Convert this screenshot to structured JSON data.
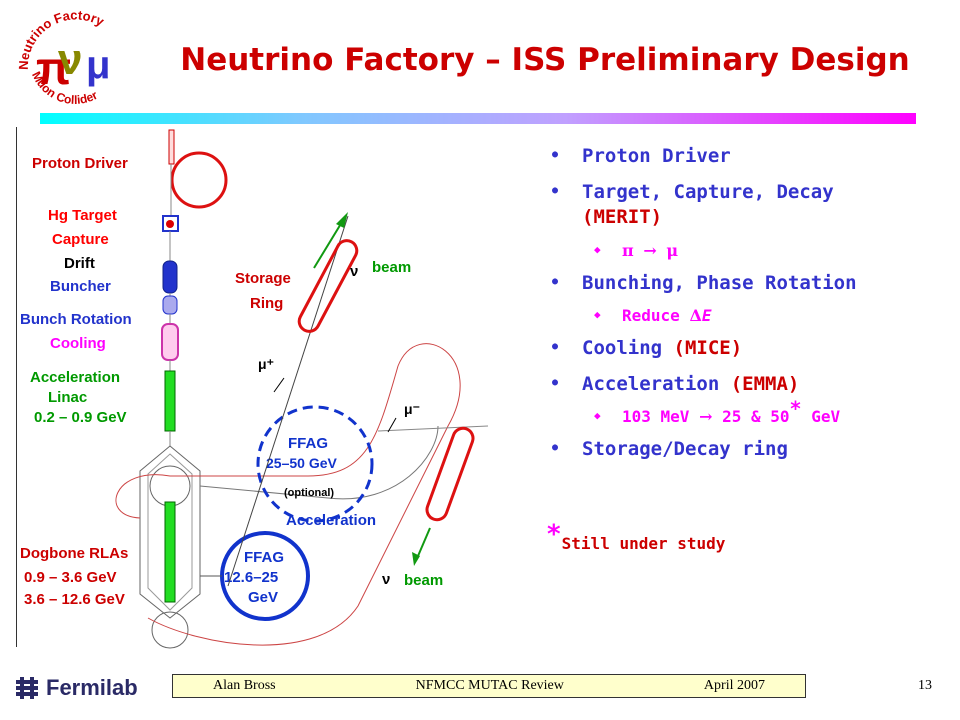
{
  "logo": {
    "arc_top": "Neutrino Factory",
    "arc_bottom": "Muon Collider",
    "symbols": "πνμ"
  },
  "title": "Neutrino Factory – ISS Preliminary Design",
  "diagram": {
    "labels": {
      "proton_driver": "Proton Driver",
      "hg_target": "Hg  Target",
      "capture": "Capture",
      "drift": "Drift",
      "buncher": "Buncher",
      "bunch_rotation": "Bunch Rotation",
      "cooling": "Cooling",
      "acceleration": "Acceleration",
      "linac": "Linac",
      "linac_energy": "0.2 – 0.9 GeV",
      "dogbone": "Dogbone RLAs",
      "dogbone_e1": "0.9 – 3.6 GeV",
      "dogbone_e2": "3.6 – 12.6 GeV",
      "storage": "Storage",
      "ring": "Ring",
      "nu": "ν",
      "beam": "beam",
      "mu_plus": "μ⁺",
      "mu_minus": "μ⁻",
      "ffag": "FFAG",
      "ffag1_energy": "25–50 GeV",
      "optional": "(optional)",
      "acceleration2": "Acceleration",
      "ffag2_e1": "12.6–25",
      "ffag2_e2": "GeV"
    }
  },
  "bullets": {
    "b1": "Proton Driver",
    "b2_a": "Target, Capture, Decay",
    "b2_b": "(MERIT)",
    "s1_a": "π",
    "s1_arrow": "→",
    "s1_b": "μ",
    "b3": "Bunching, Phase Rotation",
    "s2_a": "Reduce ",
    "s2_delta": "Δ",
    "s2_e": "E",
    "b4_a": "Cooling ",
    "b4_b": "(MICE)",
    "b5_a": "Acceleration ",
    "b5_b": "(EMMA)",
    "s3_a": "103 MeV ",
    "s3_arrow": "→",
    "s3_b": " 25 & 50",
    "s3_star": "*",
    "s3_c": " GeV",
    "b6": "Storage/Decay ring"
  },
  "note": {
    "star": "*",
    "text": "Still under study"
  },
  "footer": {
    "brand": "Fermilab",
    "author": "Alan Bross",
    "event": "NFMCC MUTAC Review",
    "date": "April 2007",
    "page": "13"
  },
  "colors": {
    "title": "#cc0000",
    "bullet": "#3333cc",
    "sub": "#ff00ff",
    "ring": "#dd1111",
    "linac": "#22dd22",
    "ffag": "#1133cc"
  }
}
